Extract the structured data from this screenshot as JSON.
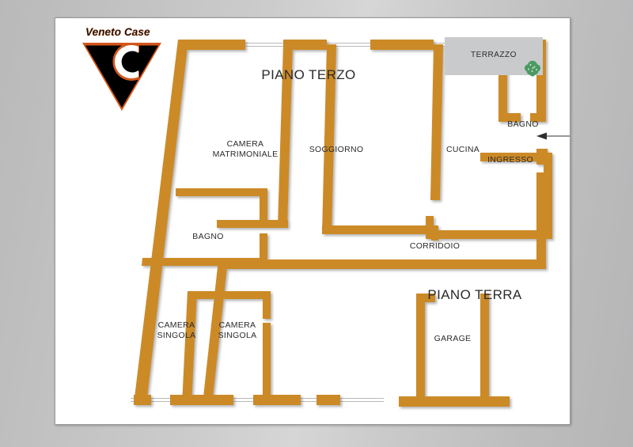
{
  "logo": {
    "text": "Veneto Case",
    "mark_name": "veneto-case-triangle-c-mark",
    "colors": {
      "triangle": "#000000",
      "outline": "#d4571c",
      "letter": "#ffffff"
    }
  },
  "floorplan": {
    "title_upper": "PIANO TERZO",
    "title_lower": "PIANO TERRA",
    "wall_color": "#cc8a25",
    "wall_shade_color": "#b8791d",
    "terrazzo": {
      "label": "TERRAZZO",
      "background": "#c9cacb",
      "plant_icon": "shrub-icon",
      "plant_color": "#4a9a62"
    },
    "rooms": [
      {
        "key": "camera_matrimoniale",
        "label": "CAMERA\nMATRIMONIALE"
      },
      {
        "key": "soggiorno",
        "label": "SOGGIORNO"
      },
      {
        "key": "cucina",
        "label": "CUCINA"
      },
      {
        "key": "bagno_alto",
        "label": "BAGNO"
      },
      {
        "key": "ingresso",
        "label": "INGRESSO"
      },
      {
        "key": "corridoio",
        "label": "CORRIDOIO"
      },
      {
        "key": "bagno_basso",
        "label": "BAGNO"
      },
      {
        "key": "camera_singola_1",
        "label": "CAMERA\nSINGOLA"
      },
      {
        "key": "camera_singola_2",
        "label": "CAMERA\nSINGOLA"
      },
      {
        "key": "garage",
        "label": "GARAGE"
      }
    ],
    "entrance_arrow": {
      "name": "entrance-direction-arrow",
      "direction": "left",
      "color": "#4a4a4a"
    }
  }
}
